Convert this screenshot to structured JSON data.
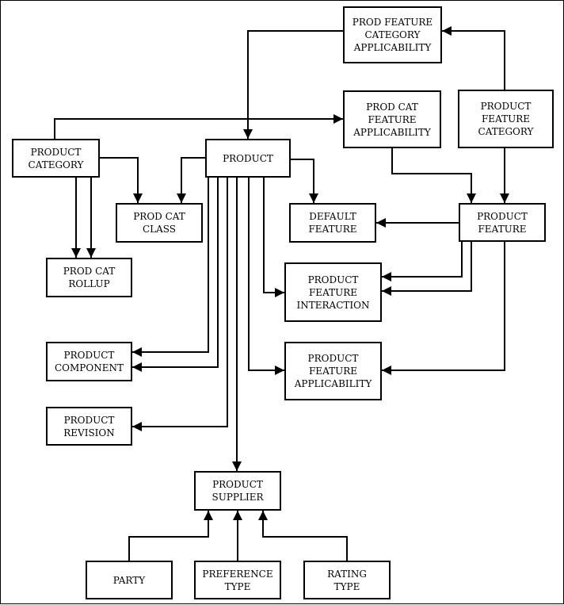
{
  "diagram": {
    "line_color": "#000000",
    "box_border_color": "#000000",
    "background": "#ffffff",
    "entities": {
      "prod_feature_category_applicability": "PROD FEATURE\nCATEGORY\nAPPLICABILITY",
      "prod_cat_feature_applicability": "PROD CAT\nFEATURE\nAPPLICABILITY",
      "product_feature_category": "PRODUCT\nFEATURE\nCATEGORY",
      "product_category": "PRODUCT\nCATEGORY",
      "product": "PRODUCT",
      "prod_cat_class": "PROD CAT\nCLASS",
      "default_feature": "DEFAULT\nFEATURE",
      "product_feature": "PRODUCT\nFEATURE",
      "prod_cat_rollup": "PROD CAT\nROLLUP",
      "product_feature_interaction": "PRODUCT\nFEATURE\nINTERACTION",
      "product_component": "PRODUCT\nCOMPONENT",
      "product_feature_applicability": "PRODUCT\nFEATURE\nAPPLICABILITY",
      "product_revision": "PRODUCT\nREVISION",
      "product_supplier": "PRODUCT\nSUPPLIER",
      "party": "PARTY",
      "preference_type": "PREFERENCE\nTYPE",
      "rating_type": "RATING\nTYPE"
    }
  }
}
